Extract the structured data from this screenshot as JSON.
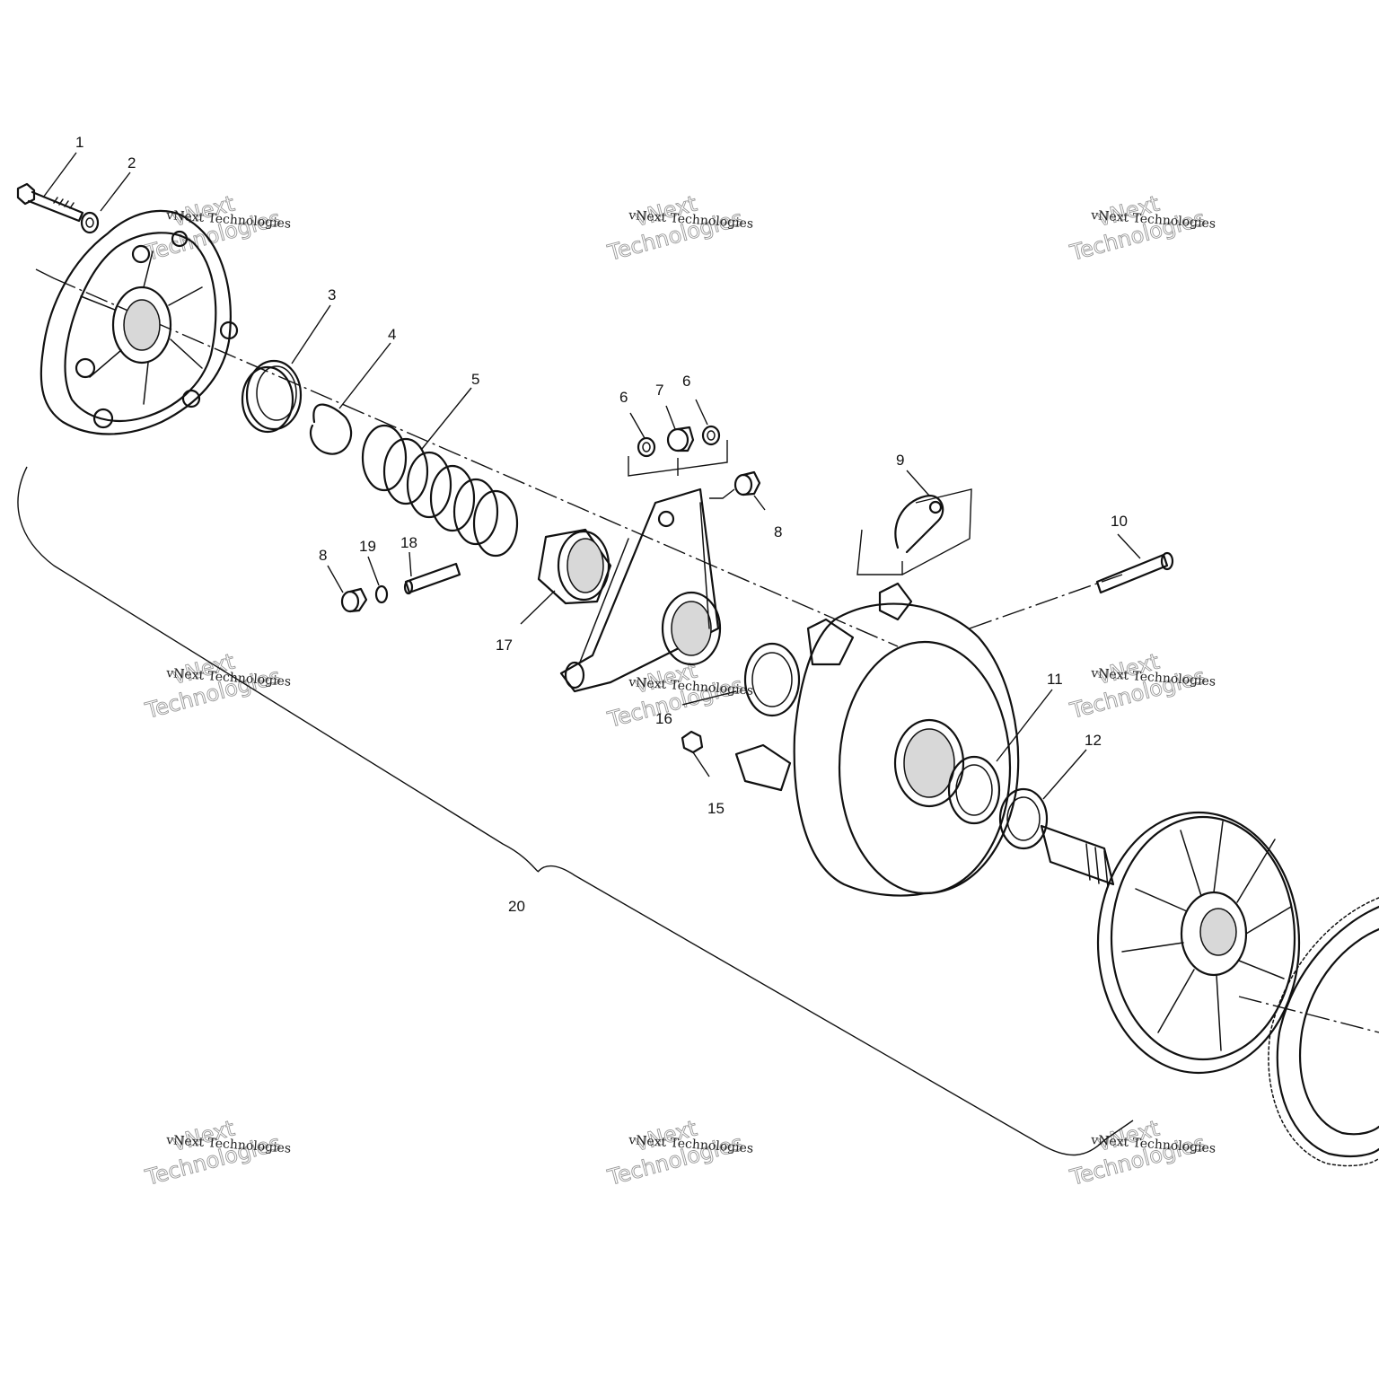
{
  "diagram": {
    "callouts": [
      {
        "id": "c1",
        "label": "1"
      },
      {
        "id": "c2",
        "label": "2"
      },
      {
        "id": "c3",
        "label": "3"
      },
      {
        "id": "c4",
        "label": "4"
      },
      {
        "id": "c5",
        "label": "5"
      },
      {
        "id": "c6a",
        "label": "6"
      },
      {
        "id": "c7",
        "label": "7"
      },
      {
        "id": "c6b",
        "label": "6"
      },
      {
        "id": "c8a",
        "label": "8"
      },
      {
        "id": "c9",
        "label": "9"
      },
      {
        "id": "c10",
        "label": "10"
      },
      {
        "id": "c8b",
        "label": "8"
      },
      {
        "id": "c19",
        "label": "19"
      },
      {
        "id": "c18",
        "label": "18"
      },
      {
        "id": "c17",
        "label": "17"
      },
      {
        "id": "c16",
        "label": "16"
      },
      {
        "id": "c15",
        "label": "15"
      },
      {
        "id": "c11",
        "label": "11"
      },
      {
        "id": "c12",
        "label": "12"
      },
      {
        "id": "c20",
        "label": "20"
      }
    ]
  },
  "watermark": {
    "line1": "vNext Technologies",
    "line2": "vNext",
    "line3": "Technologies"
  }
}
